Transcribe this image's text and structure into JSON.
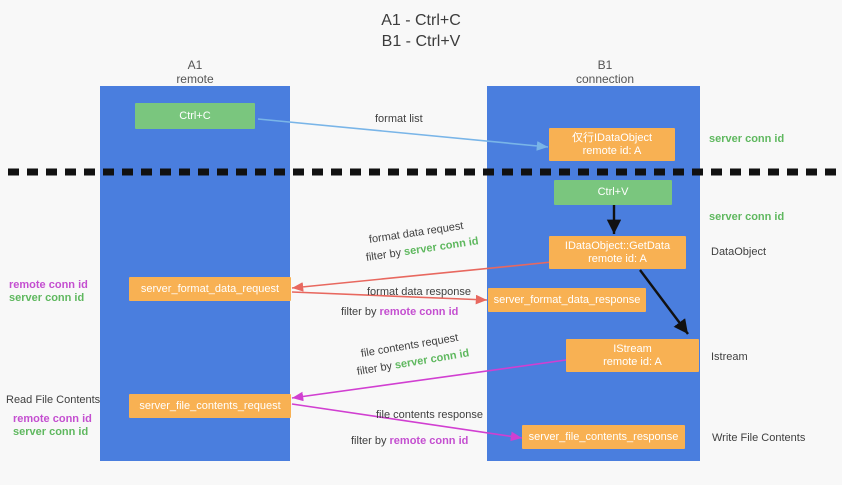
{
  "title": {
    "line1": "A1 - Ctrl+C",
    "line2": "B1 - Ctrl+V"
  },
  "lanes": [
    {
      "name": "A1",
      "sub": "remote"
    },
    {
      "name": "B1",
      "sub": "connection"
    }
  ],
  "boxes": {
    "ctrl_c": {
      "line1": "Ctrl+C"
    },
    "ctrl_v": {
      "line1": "Ctrl+V"
    },
    "idataobject": {
      "line1": "仅行IDataObject",
      "line2": "remote id: A"
    },
    "getdata": {
      "line1": "IDataObject::GetData",
      "line2": "remote id: A"
    },
    "istream": {
      "line1": "IStream",
      "line2": "remote id: A"
    },
    "fmt_req": {
      "line1": "server_format_data_request"
    },
    "fmt_resp": {
      "line1": "server_format_data_response"
    },
    "file_req": {
      "line1": "server_file_contents_request"
    },
    "file_resp": {
      "line1": "server_file_contents_response"
    }
  },
  "arrow_labels": {
    "format_list": "format list",
    "fmt_data_request": "format data request",
    "fmt_data_request_filter_pre": "filter by ",
    "fmt_data_request_filter_key": "server conn id",
    "fmt_data_response": "format data response",
    "fmt_data_response_filter_pre": "filter by ",
    "fmt_data_response_filter_key": "remote conn id",
    "file_contents_request": "file contents request",
    "file_contents_request_filter_pre": "filter by ",
    "file_contents_request_filter_key": "server conn id",
    "file_contents_response": "file contents response",
    "file_contents_response_filter_pre": "filter by ",
    "file_contents_response_filter_key": "remote conn id"
  },
  "right_labels": {
    "server_conn_id_top": "server conn id",
    "server_conn_id_second": "server conn id",
    "dataobject": "DataObject",
    "istream": "Istream",
    "write_file_contents": "Write File Contents"
  },
  "left_labels": {
    "remote_conn_id_1": "remote conn id",
    "server_conn_id_1": "server conn id",
    "read_file_contents": "Read File Contents",
    "remote_conn_id_2": "remote conn id",
    "server_conn_id_2": "server conn id"
  },
  "colors": {
    "lane": "#4a7ede",
    "orange": "#f8b153",
    "green_box": "#7ac67e",
    "green_text": "#5fb85f",
    "magenta_text": "#c44fd0",
    "red_arrow": "#e8685f",
    "blue_arrow": "#79b5e8",
    "magenta_arrow": "#d13fd1",
    "black_arrow": "#111111",
    "background": "#f8f8f8"
  }
}
